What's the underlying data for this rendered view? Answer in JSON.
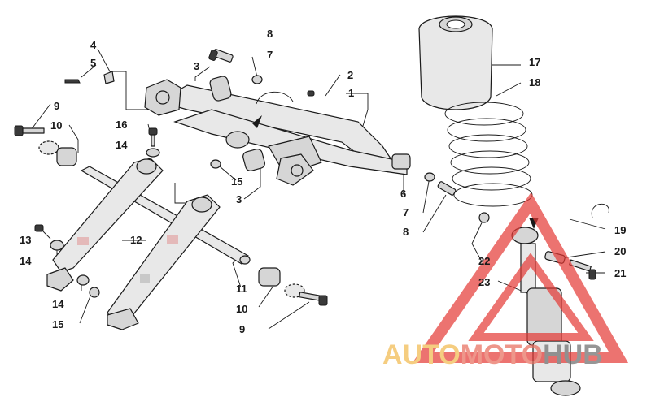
{
  "callouts": {
    "c1": "1",
    "c2": "2",
    "c3a": "3",
    "c3b": "3",
    "c4": "4",
    "c5": "5",
    "c6": "6",
    "c7a": "7",
    "c7b": "7",
    "c8a": "8",
    "c8b": "8",
    "c9a": "9",
    "c9b": "9",
    "c10a": "10",
    "c10b": "10",
    "c11": "11",
    "c12": "12",
    "c13": "13",
    "c14a": "14",
    "c14b": "14",
    "c14c": "14",
    "c15a": "15",
    "c15b": "15",
    "c16": "16",
    "c17": "17",
    "c18": "18",
    "c19": "19",
    "c20": "20",
    "c21": "21",
    "c22": "22",
    "c23": "23"
  },
  "watermark": {
    "part1": "AUTO",
    "part2": "MOTO",
    "part3": "HUB",
    "color1": "#f2b84b",
    "color2": "#e86a5a",
    "color3": "#6b6b6b",
    "triangle_color": "#e53935"
  }
}
